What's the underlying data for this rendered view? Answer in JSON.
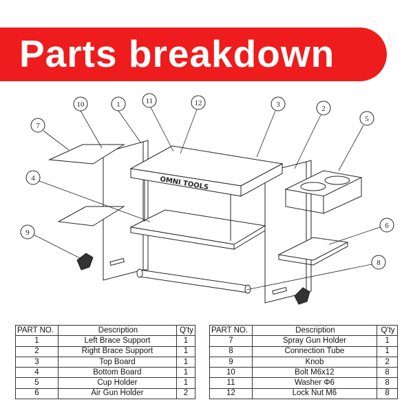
{
  "title": "Parts breakdown",
  "logo_text": "OMNI TOOLS",
  "colors": {
    "banner": "#ee1c1c",
    "line": "#222222"
  },
  "callouts": [
    "10",
    "1",
    "11",
    "12",
    "3",
    "2",
    "5",
    "7",
    "4",
    "6",
    "9",
    "8"
  ],
  "table": {
    "headers": {
      "part_no": "PART NO.",
      "description": "Description",
      "qty": "Q'ty"
    },
    "left_rows": [
      {
        "no": "1",
        "desc": "Left Brace Support",
        "qty": "1"
      },
      {
        "no": "2",
        "desc": "Right Brace Support",
        "qty": "1"
      },
      {
        "no": "3",
        "desc": "Top Board",
        "qty": "1"
      },
      {
        "no": "4",
        "desc": "Bottom Board",
        "qty": "1"
      },
      {
        "no": "5",
        "desc": "Cup Holder",
        "qty": "1"
      },
      {
        "no": "6",
        "desc": "Air Gun Holder",
        "qty": "2"
      }
    ],
    "right_rows": [
      {
        "no": "7",
        "desc": "Spray Gun Holder",
        "qty": "1"
      },
      {
        "no": "8",
        "desc": "Connection Tube",
        "qty": "1"
      },
      {
        "no": "9",
        "desc": "Knob",
        "qty": "2"
      },
      {
        "no": "10",
        "desc": "Bolt M6x12",
        "qty": "8"
      },
      {
        "no": "11",
        "desc": "Washer Φ6",
        "qty": "8"
      },
      {
        "no": "12",
        "desc": "Lock Nut M6",
        "qty": "8"
      }
    ]
  }
}
